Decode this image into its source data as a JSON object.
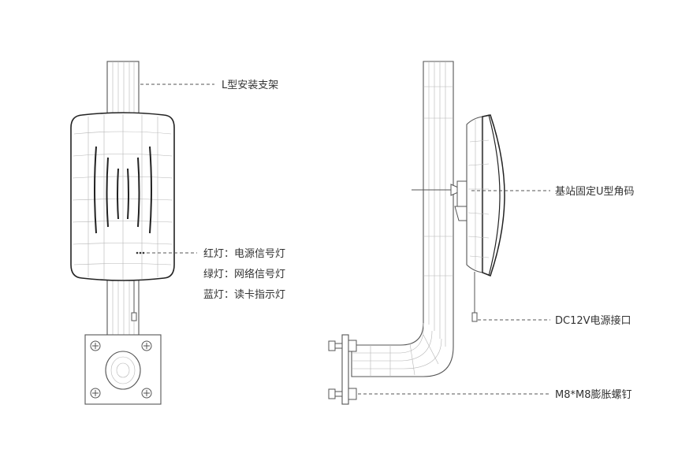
{
  "labels": {
    "bracket": "L型安装支架",
    "red_light": "红灯：电源信号灯",
    "green_light": "绿灯：网络信号灯",
    "blue_light": "蓝灯：读卡指示灯",
    "u_bracket": "基站固定U型角码",
    "power_port": "DC12V电源接口",
    "bolt": "M8*M8膨胀螺钉"
  },
  "colors": {
    "line": "#555555",
    "mesh": "#b5b5b5",
    "text": "#333333"
  }
}
